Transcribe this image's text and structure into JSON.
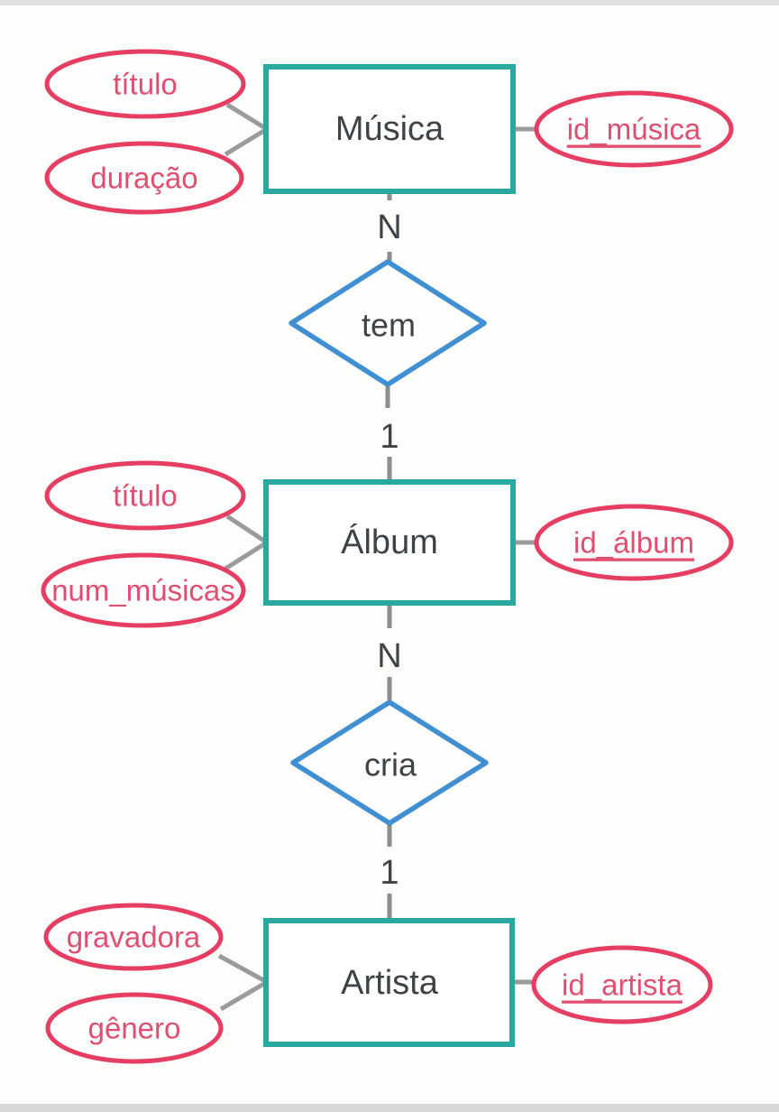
{
  "colors": {
    "entity_border": "#29a8a0",
    "relationship_border": "#3f8fd2",
    "attribute_border": "#e63e63",
    "attribute_text": "#e04e70",
    "dark_text": "#3e4347",
    "connector_gray": "#9b9b9b"
  },
  "entities": [
    {
      "name": "Música",
      "attributes": [
        {
          "label": "título",
          "is_key": false
        },
        {
          "label": "duração",
          "is_key": false
        },
        {
          "label": "id_música",
          "is_key": true
        }
      ]
    },
    {
      "name": "Álbum",
      "attributes": [
        {
          "label": "título",
          "is_key": false
        },
        {
          "label": "num_músicas",
          "is_key": false
        },
        {
          "label": "id_álbum",
          "is_key": true
        }
      ]
    },
    {
      "name": "Artista",
      "attributes": [
        {
          "label": "gravadora",
          "is_key": false
        },
        {
          "label": "gênero",
          "is_key": false
        },
        {
          "label": "id_artista",
          "is_key": true
        }
      ]
    }
  ],
  "relationships": [
    {
      "name": "tem",
      "entity_top": "Música",
      "entity_bottom": "Álbum",
      "cardinality_top": "N",
      "cardinality_bottom": "1"
    },
    {
      "name": "cria",
      "entity_top": "Álbum",
      "entity_bottom": "Artista",
      "cardinality_top": "N",
      "cardinality_bottom": "1"
    }
  ]
}
